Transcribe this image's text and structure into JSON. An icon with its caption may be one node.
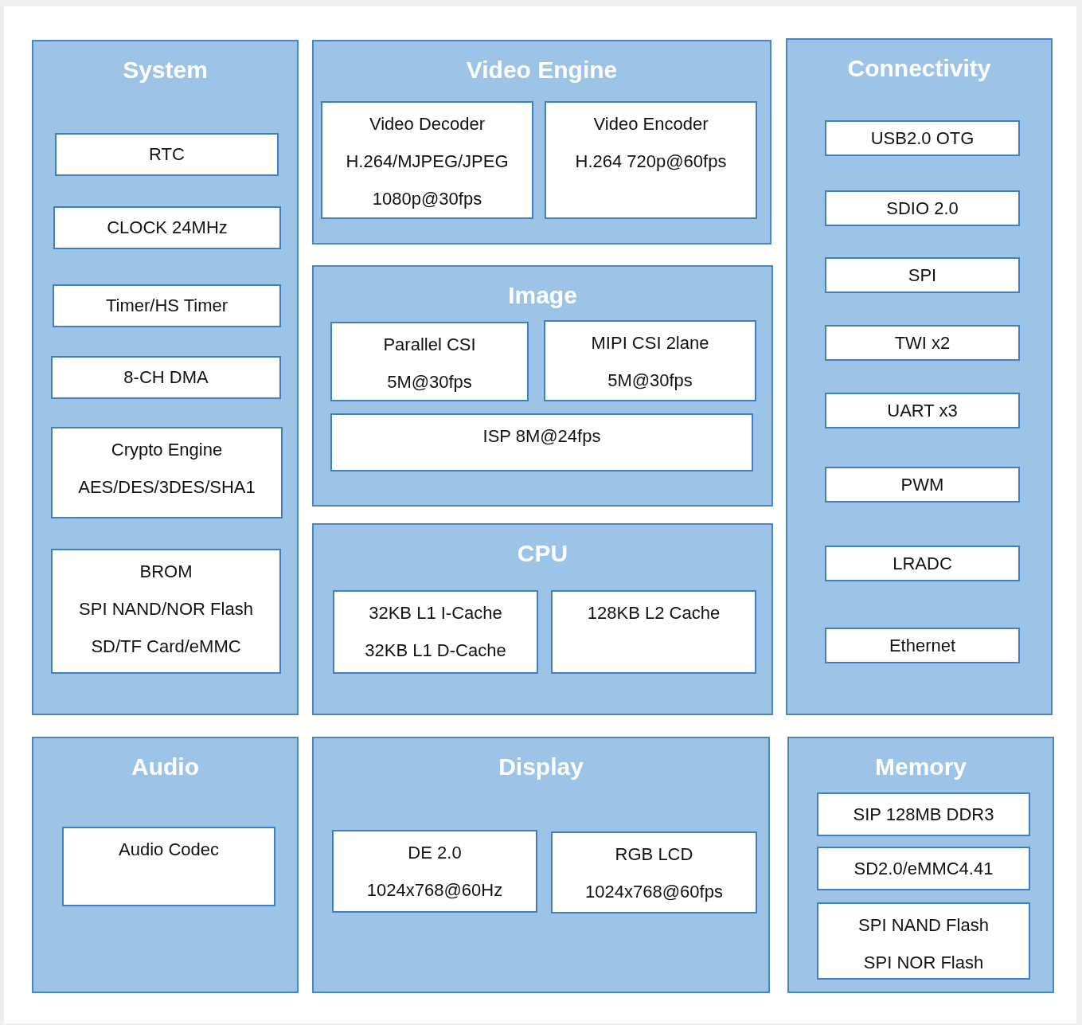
{
  "diagram": {
    "nodes": [
      {
        "text": [
          "System"
        ]
      },
      {
        "text": [
          "RTC"
        ],
        "in": 0
      },
      {
        "text": [
          "CLOCK 24MHz"
        ],
        "in": 0
      },
      {
        "text": [
          "Timer/HS Timer"
        ],
        "in": 0
      },
      {
        "text": [
          "8-CH DMA"
        ],
        "in": 0
      },
      {
        "text": [
          "Crypto Engine",
          "AES/DES/3DES/SHA1"
        ],
        "in": 0
      },
      {
        "text": [
          "BROM",
          "SPI NAND/NOR Flash",
          "SD/TF Card/eMMC"
        ],
        "in": 0
      },
      {
        "text": [
          "Video Engine"
        ]
      },
      {
        "text": [
          "Video Decoder",
          "H.264/MJPEG/JPEG",
          "1080p@30fps"
        ],
        "in": 7
      },
      {
        "text": [
          "Video Encoder",
          "H.264 720p@60fps"
        ],
        "in": 7
      },
      {
        "text": [
          "Image"
        ]
      },
      {
        "text": [
          "Parallel CSI",
          "5M@30fps"
        ],
        "in": 10
      },
      {
        "text": [
          "MIPI CSI 2lane",
          "5M@30fps"
        ],
        "in": 10
      },
      {
        "text": [
          "ISP 8M@24fps"
        ],
        "in": 10
      },
      {
        "text": [
          "CPU"
        ]
      },
      {
        "text": [
          "32KB L1 I-Cache",
          "32KB L1 D-Cache"
        ],
        "in": 14
      },
      {
        "text": [
          "128KB L2 Cache"
        ],
        "in": 14
      },
      {
        "text": [
          "Connectivity"
        ]
      },
      {
        "text": [
          "USB2.0 OTG"
        ],
        "in": 17
      },
      {
        "text": [
          "SDIO 2.0"
        ],
        "in": 17
      },
      {
        "text": [
          "SPI"
        ],
        "in": 17
      },
      {
        "text": [
          "TWI x2"
        ],
        "in": 17
      },
      {
        "text": [
          "UART x3"
        ],
        "in": 17
      },
      {
        "text": [
          "PWM"
        ],
        "in": 17
      },
      {
        "text": [
          "LRADC"
        ],
        "in": 17
      },
      {
        "text": [
          "Ethernet"
        ],
        "in": 17
      },
      {
        "text": [
          "Audio"
        ]
      },
      {
        "text": [
          "Audio Codec"
        ],
        "in": 26
      },
      {
        "text": [
          "Display"
        ]
      },
      {
        "text": [
          "DE 2.0",
          "1024x768@60Hz"
        ],
        "in": 28
      },
      {
        "text": [
          "RGB LCD",
          "1024x768@60fps"
        ],
        "in": 28
      },
      {
        "text": [
          "Memory"
        ]
      },
      {
        "text": [
          "SIP 128MB DDR3"
        ],
        "in": 31
      },
      {
        "text": [
          "SD2.0/eMMC4.41"
        ],
        "in": 31
      },
      {
        "text": [
          "SPI NAND Flash",
          "SPI NOR Flash"
        ],
        "in": 31
      }
    ]
  }
}
